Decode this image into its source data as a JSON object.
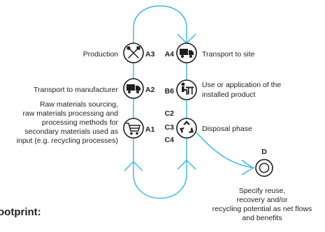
{
  "stages": {
    "a1": {
      "code": "A1",
      "lines": [
        "Raw materials sourcing,",
        "raw materials processing and",
        "processing methods for",
        "secondary materials used as",
        "input (e.g. recycling processes)"
      ]
    },
    "a2": {
      "code": "A2",
      "label": "Transport to manufacturer"
    },
    "a3": {
      "code": "A3",
      "label": "Production"
    },
    "a4": {
      "code": "A4",
      "label": "Transport to site"
    },
    "b6": {
      "code": "B6",
      "lines": [
        "Use or application of the",
        "installed product"
      ]
    },
    "c": {
      "codes": [
        "C2",
        "C3",
        "C4"
      ],
      "label": "Disposal phase"
    },
    "d": {
      "code": "D",
      "lines": [
        "Specify reuse,",
        "recovery and/or",
        "recycling potential as net flows",
        "and benefits"
      ]
    }
  },
  "footer": {
    "heading_fragment": "ootprint:"
  },
  "icons": {
    "a1": "shopping-cart-icon",
    "a2": "truck-icon",
    "a3": "tools-icon",
    "a4": "truck-icon",
    "b6": "person-at-desk-icon",
    "c": "recycle-icon",
    "d": "circle-loop-icon"
  },
  "colors": {
    "flow_line": "#33b5ea",
    "ink": "#1e1e1e",
    "background": "#ffffff"
  }
}
